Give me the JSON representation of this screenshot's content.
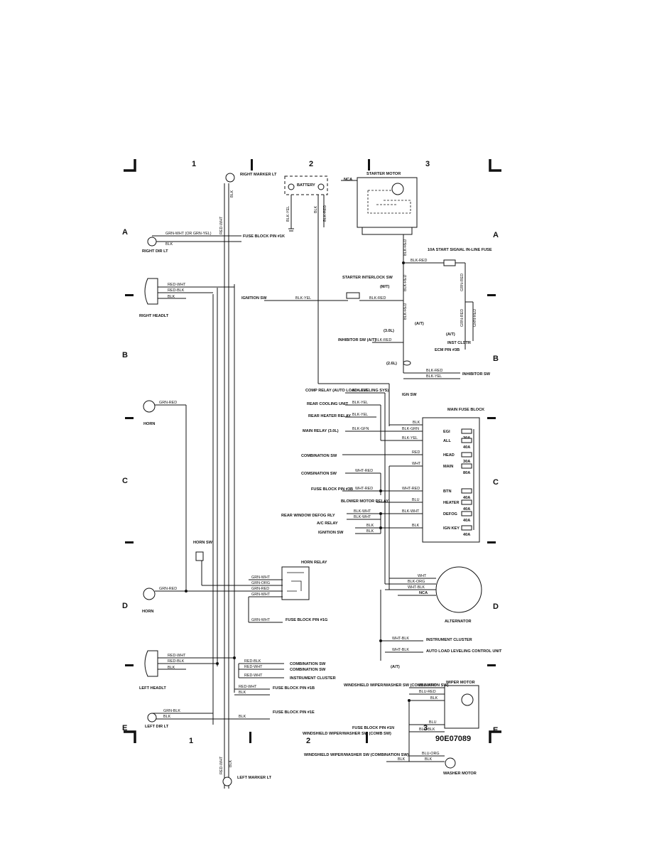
{
  "grid": {
    "cols": [
      "1",
      "2",
      "3"
    ],
    "rows": [
      "A",
      "B",
      "C",
      "D",
      "E"
    ]
  },
  "drawing_number": "90E07089",
  "components": {
    "right_marker_lt": "RIGHT MARKER LT",
    "battery": "BATTERY",
    "starter_motor": "STARTER MOTOR",
    "nca": "NCA",
    "fuse_block_pin_1k": "FUSE BLOCK PIN #1K",
    "right_dir_lt": "RIGHT DIR LT",
    "start_signal_fuse": "10A START SIGNAL IN-LINE FUSE",
    "starter_interlock_sw": "STARTER INTERLOCK SW",
    "mt": "(M/T)",
    "at": "(A/T)",
    "ignition_sw": "IGNITION SW",
    "right_headlt": "RIGHT HEADLT",
    "v30l": "(3.0L)",
    "v26l": "(2.6L)",
    "inhibitor_sw_at": "INHIBITOR SW (A/T)",
    "inst_clstr": "INST CLSTR",
    "ecm_pin": "ECM PIN #3B",
    "inhibitor_sw": "INHIBITOR SW",
    "ign_sw": "IGN SW",
    "horn": "HORN",
    "comp_relay": "COMP RELAY (AUTO LOAD LEVELING SYS)",
    "rear_cooling_unit": "REAR COOLING UNIT",
    "rear_heater_relay": "REAR HEATER RELAY",
    "main_relay": "MAIN RELAY (3.0L)",
    "combination_sw": "COMBINATION SW",
    "comsination_sw": "COMSINATION SW",
    "fuse_block_pin_3b": "FUSE BLOCK PIN #3B",
    "blower_motor_relay": "BLOWER MOTOR RELAY",
    "rear_window_defog_rly": "REAR WINDOW DEFOG RLY",
    "ac_relay": "A/C RELAY",
    "ignition_sw2": "IGNITION SW",
    "main_fuse_block": "MAIN FUSE BLOCK",
    "horn_sw": "HORN SW",
    "horn_relay": "HORN RELAY",
    "fuse_block_pin_1g": "FUSE BLOCK PIN #1G",
    "alternator": "ALTERNATOR",
    "instrument_cluster": "INSTRUMENT CLUSTER",
    "auto_load_leveling": "AUTO LOAD LEVELING CONTROL UNIT",
    "left_headlt": "LEFT HEADLT",
    "combination_sw_a": "COMBINATION SW",
    "combination_sw_b": "COMBINATION SW",
    "instrument_cluster2": "INSTRUMENT CLUSTER",
    "fuse_block_pin_1b": "FUSE BLOCK PIN #1B",
    "fuse_block_pin_1e": "FUSE BLOCK PIN #1E",
    "left_dir_lt": "LEFT DIR LT",
    "wiper_motor": "WIPER MOTOR",
    "windshield_wiper_washer_sw": "WINDSHIELD WIPER/WASHER SW (COMBINATION SW)",
    "fuse_block_pin_1n": "FUSE BLOCK PIN #1N",
    "ws_wiper_washer_comb": "WINDSHIELD WIPER/WASHER SW (COMB SW)",
    "ws_wiper_washer_sw2": "WINDSHIELD WIPER/WASHER SW (COMBINATION SW)",
    "washer_motor": "WASHER MOTOR",
    "left_marker_lt": "LEFT MARKER LT"
  },
  "fuses": [
    {
      "name": "EGI",
      "rating": "30A"
    },
    {
      "name": "ALL",
      "rating": "40A"
    },
    {
      "name": "HEAD",
      "rating": "30A"
    },
    {
      "name": "MAIN",
      "rating": "80A"
    },
    {
      "name": "BTN",
      "rating": "40A"
    },
    {
      "name": "HEATER",
      "rating": "40A"
    },
    {
      "name": "DEFOG",
      "rating": "40A"
    },
    {
      "name": "IGN KEY",
      "rating": "40A"
    }
  ],
  "wires": {
    "red_wht": "RED-WHT",
    "blk": "BLK",
    "grn_wht_or": "GRN-WHT (OR GRN-YEL)",
    "blk_yel": "BLK-YEL",
    "blk_red": "BLK-RED",
    "grn_red": "GRN-RED",
    "red_blk": "RED-BLK",
    "blk_grn": "BLK-GRN",
    "blk_gfn": "BLK-GFN",
    "red": "RED",
    "wht": "WHT",
    "wht_red": "WHT-RED",
    "blu": "BLU",
    "blk_wht": "BLK-WHT",
    "grn_wht": "GRN-WHT",
    "grn_org": "GRN-ORG",
    "blk_org": "BLK-ORG",
    "wht_blk": "WHT-BLK",
    "grn_blk": "GRN-BLK",
    "blu_wht": "BLU-WHT",
    "blu_red": "BLU-RED",
    "blu_blk": "BLU-BLK",
    "blu_org": "BLU-ORG"
  }
}
